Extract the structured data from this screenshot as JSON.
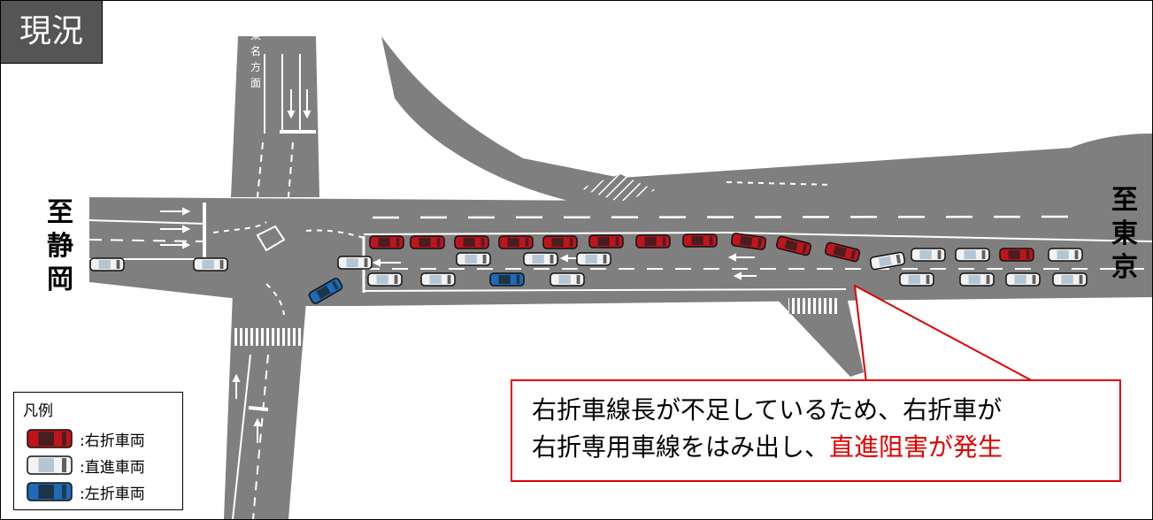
{
  "title": "現況",
  "place_west": [
    "至",
    "静",
    "岡"
  ],
  "place_east": [
    "至",
    "東",
    "京"
  ],
  "road_label": [
    "東",
    "名",
    "方",
    "面"
  ],
  "legend": {
    "title": "凡例",
    "items": [
      {
        "label": ":右折車両",
        "color": "#c0141c",
        "icon": "red-car-icon"
      },
      {
        "label": ":直進車両",
        "color": "#f2f2f2",
        "icon": "white-car-icon"
      },
      {
        "label": ":左折車両",
        "color": "#1e6bb8",
        "icon": "blue-car-icon"
      }
    ]
  },
  "callout": {
    "line1": "右折車線長が不足しているため、右折車が",
    "line2_plain": "右折専用車線をはみ出し、",
    "line2_highlight": "直進阻害が発生"
  },
  "colors": {
    "road": "#7f7f7f",
    "title_bg": "#555555",
    "callout_border": "#e00000"
  }
}
